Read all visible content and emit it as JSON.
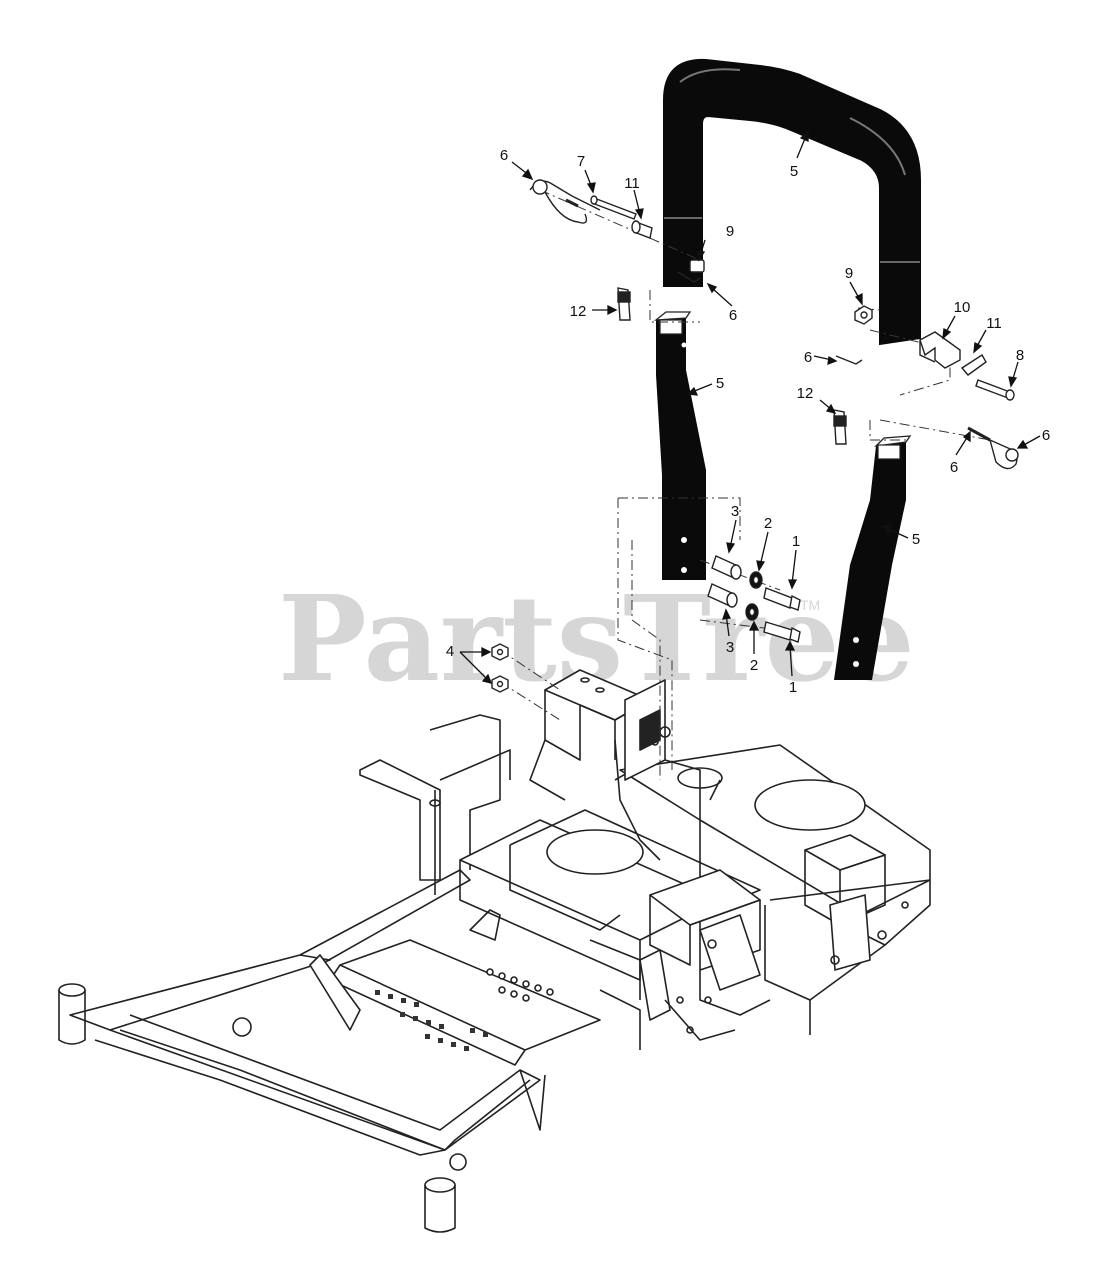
{
  "watermark": {
    "text": "PartsTree",
    "trademark": "TM"
  },
  "callouts": [
    {
      "id": "c6a",
      "label": "6"
    },
    {
      "id": "c7",
      "label": "7"
    },
    {
      "id": "c11a",
      "label": "11"
    },
    {
      "id": "c5a",
      "label": "5"
    },
    {
      "id": "c9a",
      "label": "9"
    },
    {
      "id": "c12a",
      "label": "12"
    },
    {
      "id": "c6b",
      "label": "6"
    },
    {
      "id": "c5b",
      "label": "5"
    },
    {
      "id": "c9b",
      "label": "9"
    },
    {
      "id": "c10",
      "label": "10"
    },
    {
      "id": "c11b",
      "label": "11"
    },
    {
      "id": "c6c",
      "label": "6"
    },
    {
      "id": "c8",
      "label": "8"
    },
    {
      "id": "c12b",
      "label": "12"
    },
    {
      "id": "c6d",
      "label": "6"
    },
    {
      "id": "c6e",
      "label": "6"
    },
    {
      "id": "c5c",
      "label": "5"
    },
    {
      "id": "c3a",
      "label": "3"
    },
    {
      "id": "c2a",
      "label": "2"
    },
    {
      "id": "c1a",
      "label": "1"
    },
    {
      "id": "c3b",
      "label": "3"
    },
    {
      "id": "c2b",
      "label": "2"
    },
    {
      "id": "c1b",
      "label": "1"
    },
    {
      "id": "c4",
      "label": "4"
    }
  ]
}
